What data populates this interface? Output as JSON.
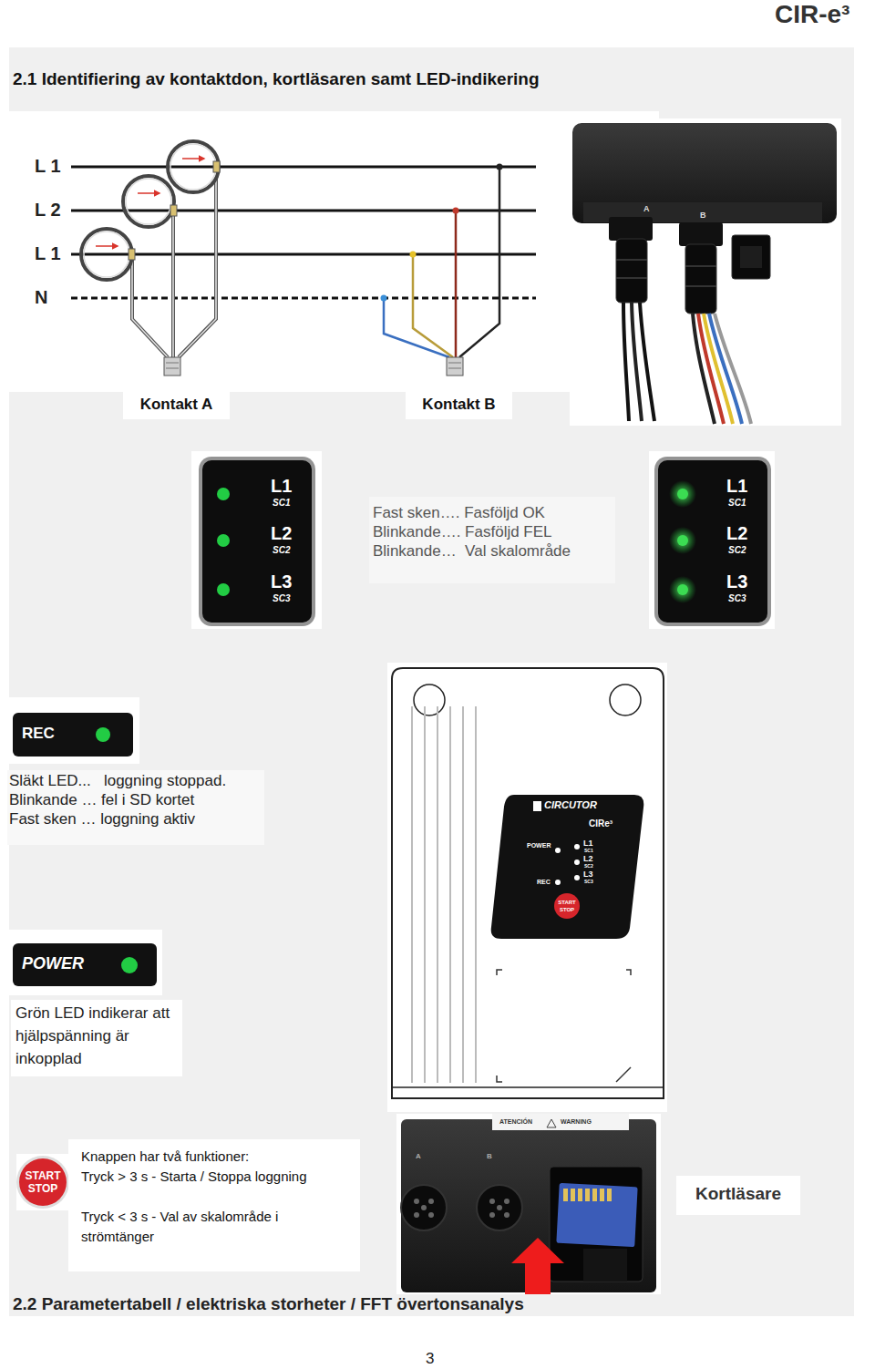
{
  "diagram": {
    "title": "2.1 Identifiering av kontaktdon, kortläsaren samt LED-indikering",
    "nodes": [
      {
        "text": [
          "Kontakt A"
        ]
      },
      {
        "text": [
          "Kontakt B"
        ]
      },
      {
        "text": [
          "L1",
          "SC1",
          "L2",
          "SC2",
          "L3",
          "SC3"
        ]
      },
      {
        "text": [
          "Fast sken…. Fasföljd OK",
          "Blinkande…. Fasföljd FEL",
          "Blinkande…  Val skalområde"
        ]
      },
      {
        "text": [
          "L1",
          "SC1",
          "L2",
          "SC2",
          "L3",
          "SC3"
        ]
      },
      {
        "text": [
          "REC"
        ]
      },
      {
        "text": [
          "Släkt LED...   loggning stoppad.",
          "Blinkande … fel i SD kortet",
          "Fast sken … loggning aktiv"
        ]
      },
      {
        "text": [
          "POWER"
        ]
      },
      {
        "text": [
          "Grön LED indikerar att hjälpspänning är inkopplad"
        ]
      },
      {
        "text": [
          "START STOP"
        ]
      },
      {
        "text": [
          "Knappen har två funktioner:",
          "Tryck > 3 s -  Starta / Stoppa loggning",
          "Tryck < 3 s -  Val av skalområde i strömtänger"
        ]
      },
      {
        "text": [
          "Kortläsare"
        ]
      }
    ],
    "labels": [
      "CIR-e³",
      "L 1",
      "L 2",
      "L 1",
      "N",
      "A",
      "B",
      "CIRCUTOR",
      "CIRe³",
      "POWER",
      "L1",
      "SC1",
      "L2",
      "SC2",
      "L3",
      "SC3",
      "REC",
      "START STOP",
      "ATENCIÓN",
      "WARNING",
      "A",
      "B",
      "2.2 Parametertabell / elektriska storheter / FFT övertonsanalys",
      "3"
    ]
  }
}
